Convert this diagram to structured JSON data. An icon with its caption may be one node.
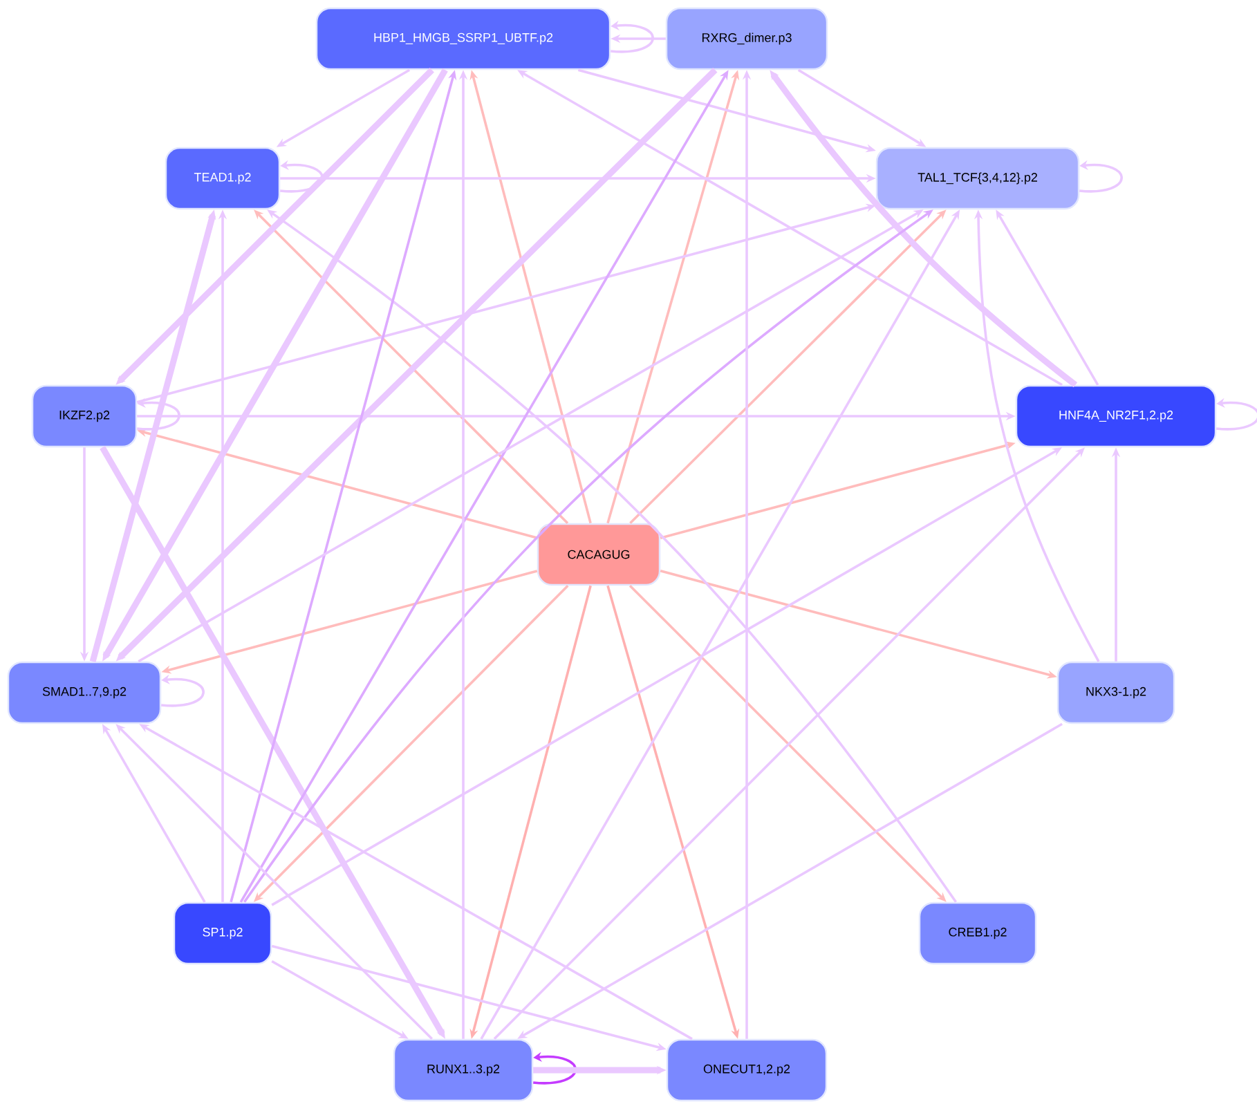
{
  "diagram": {
    "nodes": [
      {
        "text": [
          "HBP1_HMGB_SSRP1_UBTF.p2"
        ]
      },
      {
        "text": [
          "RXRG_dimer.p3"
        ]
      },
      {
        "text": [
          "TEAD1.p2"
        ]
      },
      {
        "text": [
          "TAL1_TCF{3,4,12}.p2"
        ]
      },
      {
        "text": [
          "IKZF2.p2"
        ]
      },
      {
        "text": [
          "HNF4A_NR2F1,2.p2"
        ]
      },
      {
        "text": [
          "CACAGUG"
        ]
      },
      {
        "text": [
          "SMAD1..7,9.p2"
        ]
      },
      {
        "text": [
          "NKX3-1.p2"
        ]
      },
      {
        "text": [
          "SP1.p2"
        ]
      },
      {
        "text": [
          "CREB1.p2"
        ]
      },
      {
        "text": [
          "RUNX1..3.p2"
        ]
      },
      {
        "text": [
          "ONECUT1,2.p2"
        ]
      }
    ],
    "edges": [
      {
        "from": 6,
        "to": 0,
        "arrow": "to",
        "color": "#ffbcbc"
      },
      {
        "from": 6,
        "to": 1,
        "arrow": "to",
        "color": "#ffbcbc"
      },
      {
        "from": 6,
        "to": 2,
        "arrow": "to",
        "color": "#ffbcbc"
      },
      {
        "from": 6,
        "to": 3,
        "arrow": "to",
        "color": "#ffbcbc"
      },
      {
        "from": 6,
        "to": 4,
        "arrow": "to",
        "color": "#ffbcbc"
      },
      {
        "from": 6,
        "to": 5,
        "arrow": "to",
        "color": "#ffbcbc"
      },
      {
        "from": 6,
        "to": 7,
        "arrow": "to",
        "color": "#ffbcbc"
      },
      {
        "from": 6,
        "to": 8,
        "arrow": "to",
        "color": "#ffbcbc"
      },
      {
        "from": 6,
        "to": 9,
        "arrow": "to",
        "color": "#ffbcbc"
      },
      {
        "from": 6,
        "to": 10,
        "arrow": "to",
        "color": "#ffbcbc"
      },
      {
        "from": 6,
        "to": 11,
        "arrow": "to",
        "color": "#ffb0b0"
      },
      {
        "from": 6,
        "to": 12,
        "arrow": "to",
        "color": "#ffb0b0"
      },
      {
        "from": 0,
        "to": 0,
        "arrow": "to"
      },
      {
        "from": 1,
        "to": 0,
        "arrow": "to"
      },
      {
        "from": 0,
        "to": 2,
        "arrow": "to"
      },
      {
        "from": 0,
        "to": 3,
        "arrow": "to"
      },
      {
        "from": 1,
        "to": 3,
        "arrow": "to"
      },
      {
        "from": 2,
        "to": 2,
        "arrow": "to"
      },
      {
        "from": 2,
        "to": 3,
        "arrow": "to"
      },
      {
        "from": 3,
        "to": 3,
        "arrow": "to"
      },
      {
        "from": 4,
        "to": 4,
        "arrow": "to"
      },
      {
        "from": 4,
        "to": 5,
        "arrow": "to"
      },
      {
        "from": 4,
        "to": 3,
        "arrow": "to"
      },
      {
        "from": 0,
        "to": 4,
        "arrow": "to",
        "style": "thick"
      },
      {
        "from": 0,
        "to": 7,
        "arrow": "to",
        "style": "thick"
      },
      {
        "from": 1,
        "to": 7,
        "arrow": "to",
        "style": "thick"
      },
      {
        "from": 7,
        "to": 2,
        "arrow": "to",
        "style": "thick"
      },
      {
        "from": 9,
        "to": 2,
        "arrow": "to"
      },
      {
        "from": 10,
        "to": 2,
        "arrow": "to"
      },
      {
        "from": 5,
        "to": 1,
        "arrow": "to",
        "style": "thick"
      },
      {
        "from": 5,
        "to": 0,
        "arrow": "to"
      },
      {
        "from": 5,
        "to": 3,
        "arrow": "to"
      },
      {
        "from": 8,
        "to": 3,
        "arrow": "to"
      },
      {
        "from": 8,
        "to": 5,
        "arrow": "to"
      },
      {
        "from": 5,
        "to": 5,
        "arrow": "to"
      },
      {
        "from": 7,
        "to": 7,
        "arrow": "to"
      },
      {
        "from": 4,
        "to": 7,
        "arrow": "to"
      },
      {
        "from": 4,
        "to": 11,
        "arrow": "to",
        "style": "thick"
      },
      {
        "from": 9,
        "to": 0,
        "arrow": "to",
        "color": "#ddaaff"
      },
      {
        "from": 9,
        "to": 1,
        "arrow": "to",
        "color": "#ddaaff"
      },
      {
        "from": 9,
        "to": 3,
        "arrow": "to",
        "color": "#ddaaff"
      },
      {
        "from": 9,
        "to": 7,
        "arrow": "to"
      },
      {
        "from": 9,
        "to": 11,
        "arrow": "to"
      },
      {
        "from": 9,
        "to": 12,
        "arrow": "to"
      },
      {
        "from": 9,
        "to": 5,
        "arrow": "to"
      },
      {
        "from": 11,
        "to": 7,
        "arrow": "to"
      },
      {
        "from": 11,
        "to": 11,
        "arrow": "to",
        "color": "#c43cff"
      },
      {
        "from": 11,
        "to": 12,
        "arrow": "to",
        "style": "thick"
      },
      {
        "from": 11,
        "to": 3,
        "arrow": "to"
      },
      {
        "from": 11,
        "to": 0,
        "arrow": "to"
      },
      {
        "from": 11,
        "to": 5,
        "arrow": "to"
      },
      {
        "from": 12,
        "to": 1,
        "arrow": "to"
      },
      {
        "from": 12,
        "to": 7,
        "arrow": "to"
      },
      {
        "from": 8,
        "to": 11,
        "arrow": "to"
      },
      {
        "from": 7,
        "to": 3,
        "arrow": "to"
      }
    ]
  }
}
